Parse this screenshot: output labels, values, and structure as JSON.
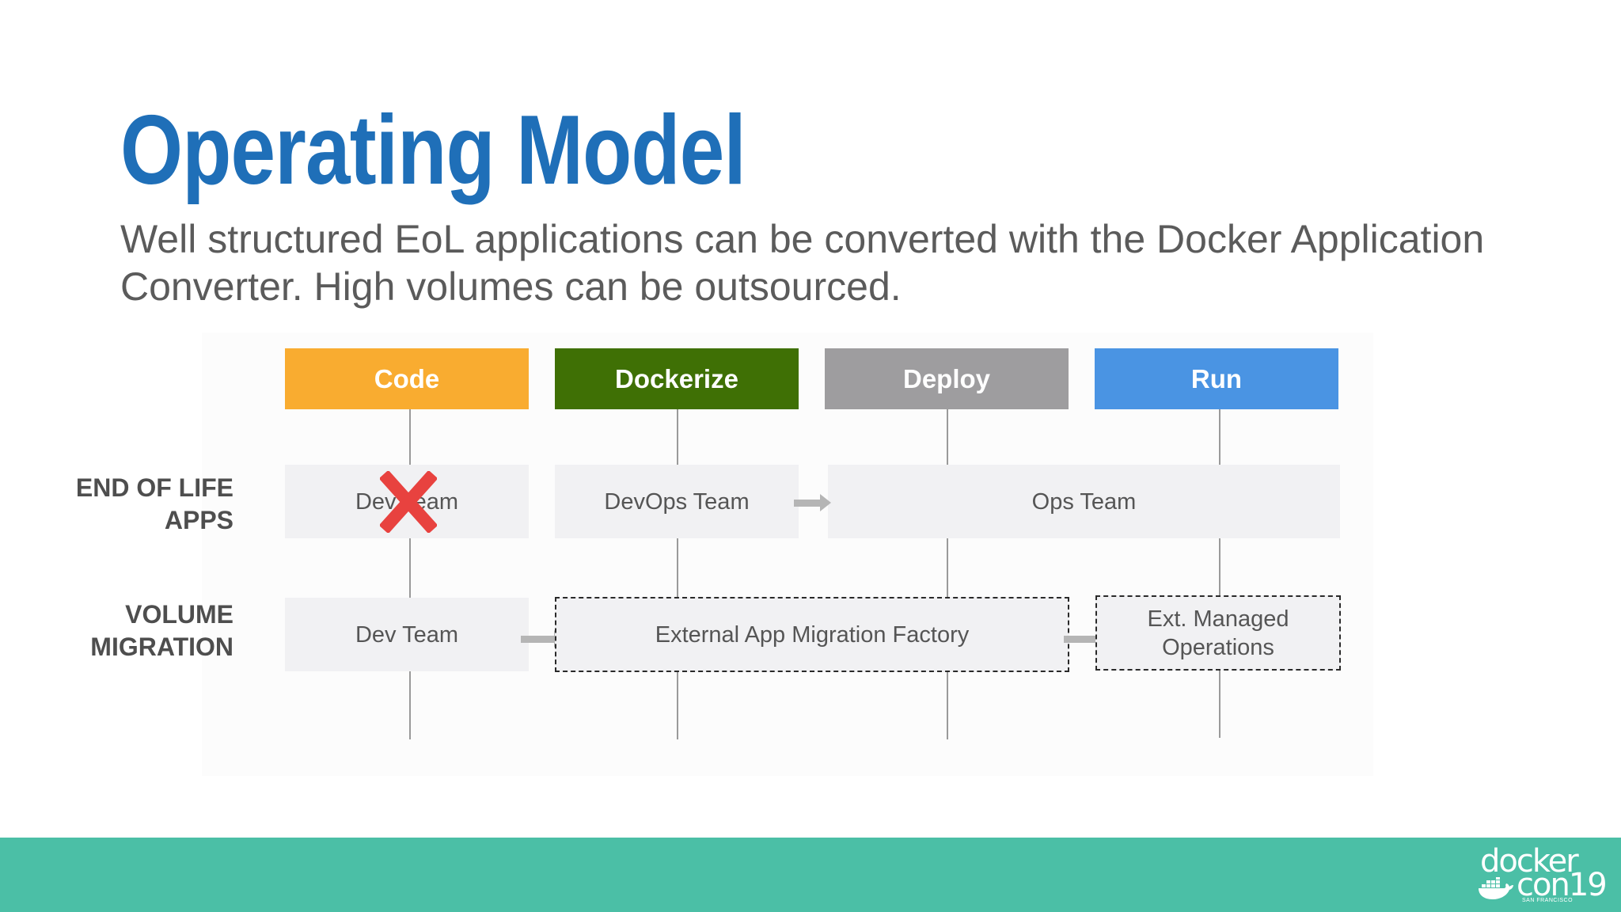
{
  "slide": {
    "title": "Operating Model",
    "subtitle": "Well structured EoL applications can be converted with the Docker Application Converter. High volumes can be outsourced."
  },
  "stages": [
    {
      "label": "Code",
      "color": "#f9ac30"
    },
    {
      "label": "Dockerize",
      "color": "#3f7005"
    },
    {
      "label": "Deploy",
      "color": "#9e9d9f"
    },
    {
      "label": "Run",
      "color": "#4a94e3"
    }
  ],
  "rows": {
    "eol": {
      "label_line1": "END OF LIFE",
      "label_line2": "APPS",
      "dev_team": "Dev Team",
      "devops_team": "DevOps Team",
      "ops_team": "Ops Team"
    },
    "volume": {
      "label_line1": "VOLUME",
      "label_line2": "MIGRATION",
      "dev_team": "Dev Team",
      "factory": "External App Migration Factory",
      "managed_line1": "Ext. Managed",
      "managed_line2": "Operations"
    }
  },
  "logo": {
    "line1": "docker",
    "line2": "con19",
    "location": "SAN FRANCISCO"
  },
  "colors": {
    "title": "#1f6fb8",
    "footer": "#4bbfa6",
    "cross": "#e8423f"
  }
}
